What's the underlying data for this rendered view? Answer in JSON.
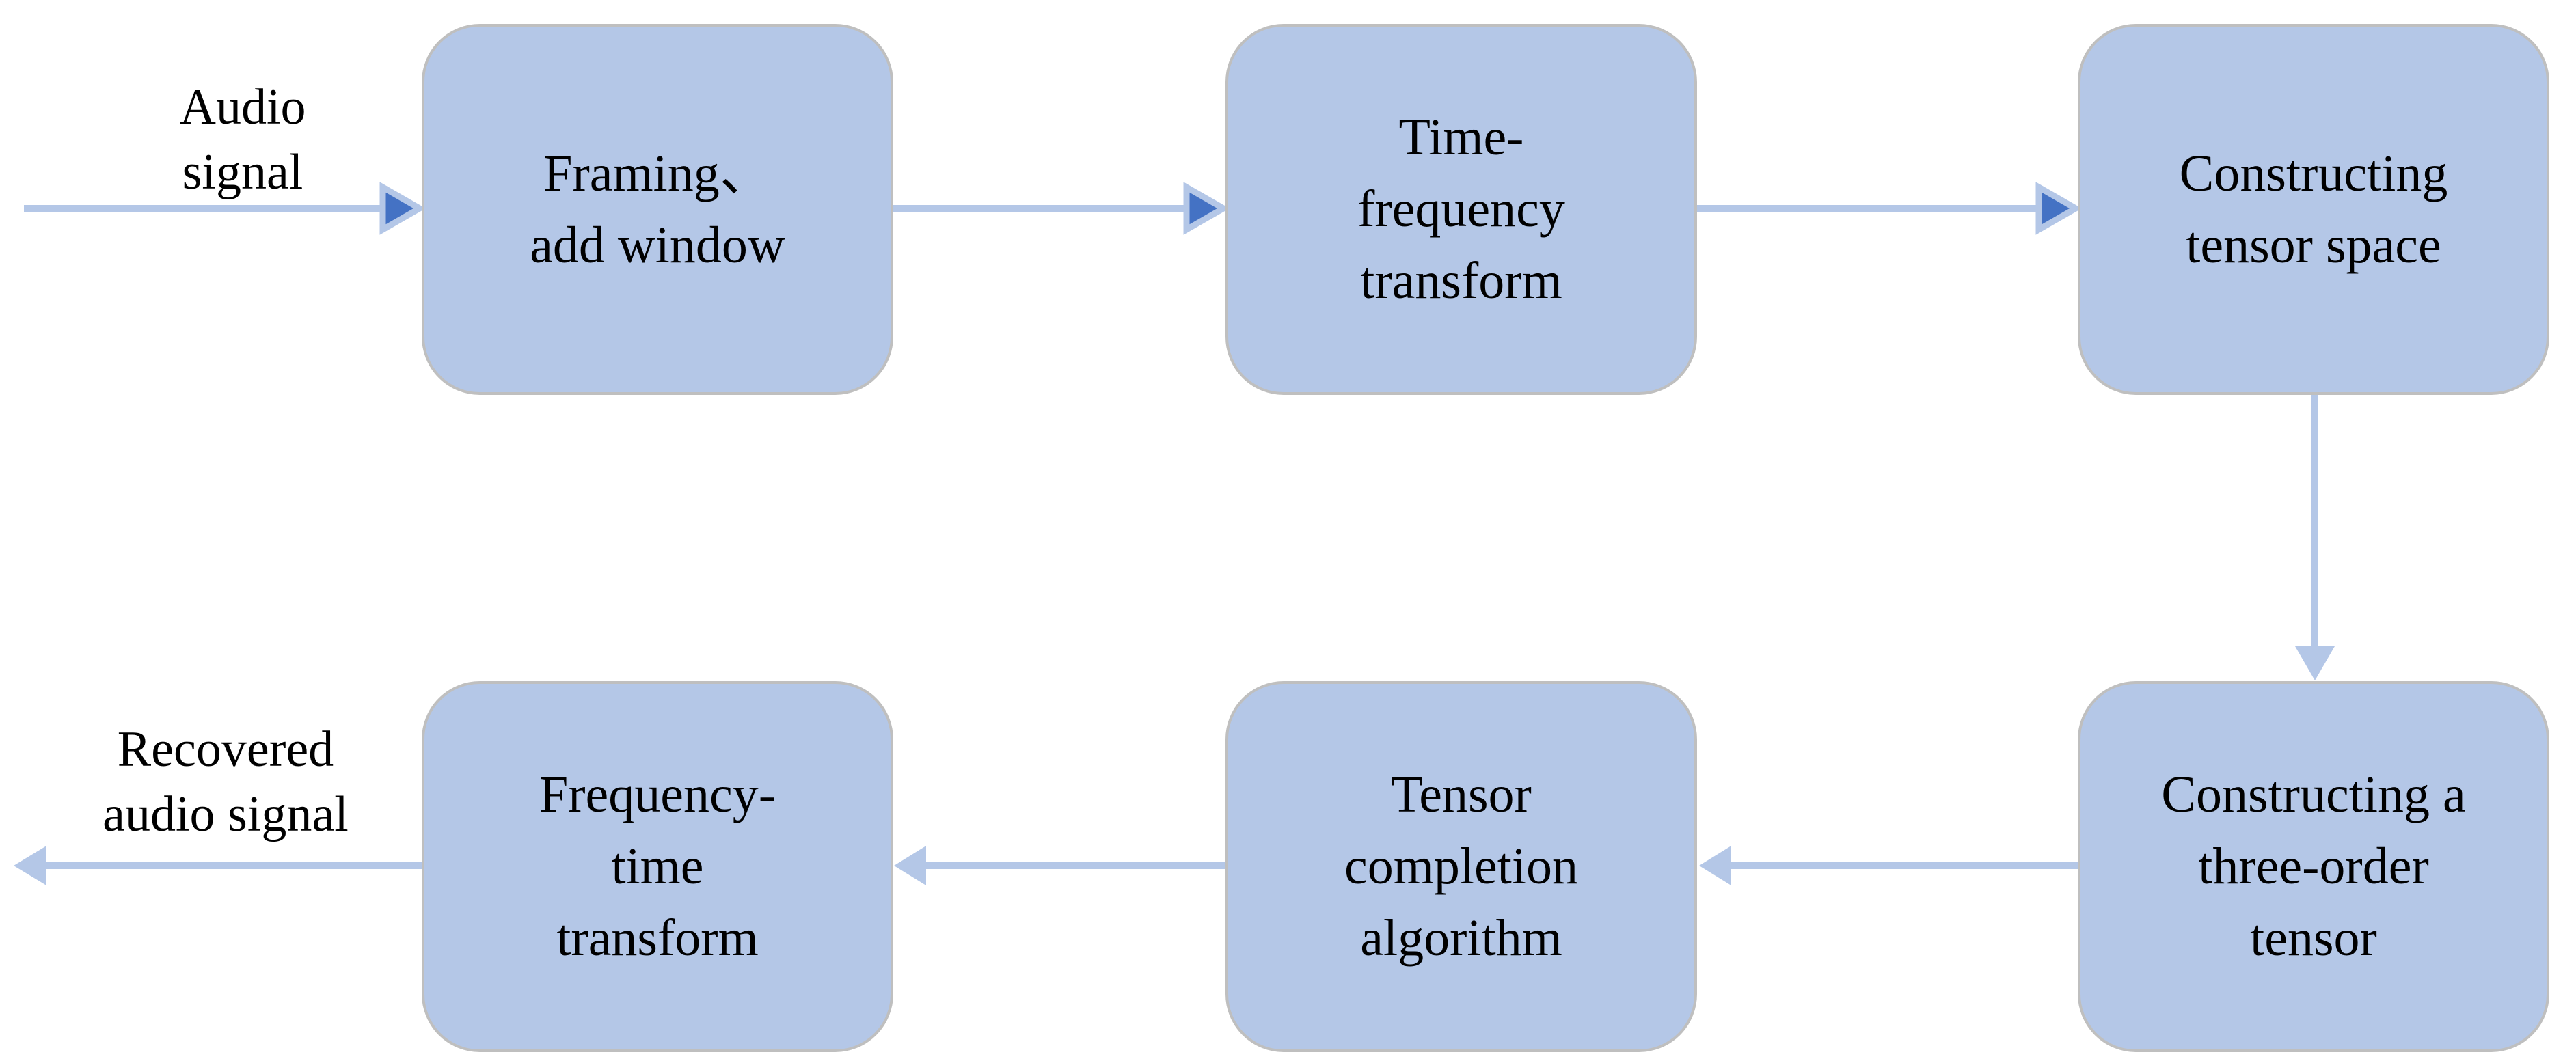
{
  "diagram": {
    "colors": {
      "background": "#ffffff",
      "box_fill": "#b4c7e7",
      "box_border": "#bfbfbf",
      "arrow_shaft": "#b4c7e7",
      "arrowhead_dark": "#4472c4",
      "arrowhead_light": "#b4c7e7",
      "text": "#000000"
    },
    "nodes": [
      {
        "id": "framing",
        "text": "Framing、\nadd window"
      },
      {
        "id": "time-frequency-transform",
        "text": "Time-\nfrequency\ntransform"
      },
      {
        "id": "constructing-tensor-space",
        "text": "Constructing\ntensor space"
      },
      {
        "id": "constructing-three-order-tensor",
        "text": "Constructing a\nthree-order\ntensor"
      },
      {
        "id": "tensor-completion-algorithm",
        "text": "Tensor\ncompletion\nalgorithm"
      },
      {
        "id": "frequency-time-transform",
        "text": "Frequency-\ntime\ntransform"
      }
    ],
    "labels": {
      "input": "Audio\nsignal",
      "output": "Recovered\naudio signal"
    },
    "edges": [
      {
        "from": "audio-signal-input",
        "to": "framing",
        "head": "dark"
      },
      {
        "from": "framing",
        "to": "time-frequency-transform",
        "head": "dark"
      },
      {
        "from": "time-frequency-transform",
        "to": "constructing-tensor-space",
        "head": "dark"
      },
      {
        "from": "constructing-tensor-space",
        "to": "constructing-three-order-tensor",
        "head": "light"
      },
      {
        "from": "constructing-three-order-tensor",
        "to": "tensor-completion-algorithm",
        "head": "light"
      },
      {
        "from": "tensor-completion-algorithm",
        "to": "frequency-time-transform",
        "head": "light"
      },
      {
        "from": "frequency-time-transform",
        "to": "recovered-audio-signal-output",
        "head": "light"
      }
    ]
  }
}
